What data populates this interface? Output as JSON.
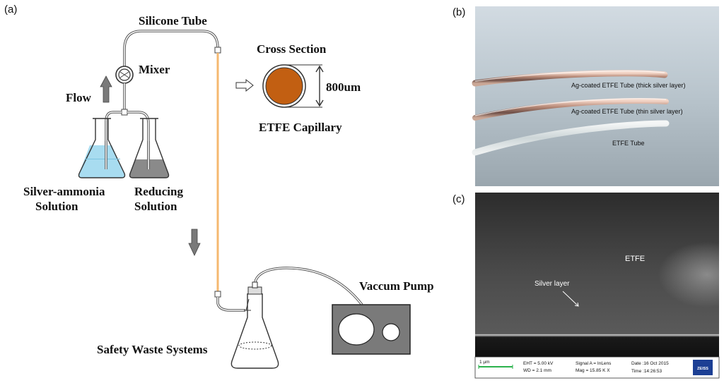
{
  "panel_a": {
    "label": "(a)",
    "silicone_tube": "Silicone Tube",
    "mixer": "Mixer",
    "flow": "Flow",
    "cross_section": "Cross Section",
    "dimension": "800um",
    "capillary": "ETFE Capillary",
    "silver_ammonia_1": "Silver-ammonia",
    "silver_ammonia_2": "Solution",
    "reducing_1": "Reducing",
    "reducing_2": "Solution",
    "vacuum_pump": "Vaccum Pump",
    "waste": "Safety Waste Systems"
  },
  "panel_b": {
    "label": "(b)",
    "tube_thick": "Ag-coated ETFE Tube (thick silver layer)",
    "tube_thin": "Ag-coated ETFE Tube (thin silver layer)",
    "tube_plain": "ETFE Tube"
  },
  "panel_c": {
    "label": "(c)",
    "etfe": "ETFE",
    "silver_layer": "Silver layer",
    "scale": "1 µm",
    "eht": "EHT =  5.00 kV",
    "wd": "WD =  2.1 mm",
    "signal": "Signal A = InLens",
    "mag": "Mag =   15.85 K X",
    "date": "Date :16 Oct 2015",
    "time": "Time :14:26:53",
    "logo": "ZEISS"
  },
  "colors": {
    "capillary": "#f5b870",
    "cross_fill": "#c25f12",
    "silver_solution": "#a8dcf0",
    "reducing_solution": "#8a8a8a",
    "pump_body": "#7a7a7a"
  }
}
